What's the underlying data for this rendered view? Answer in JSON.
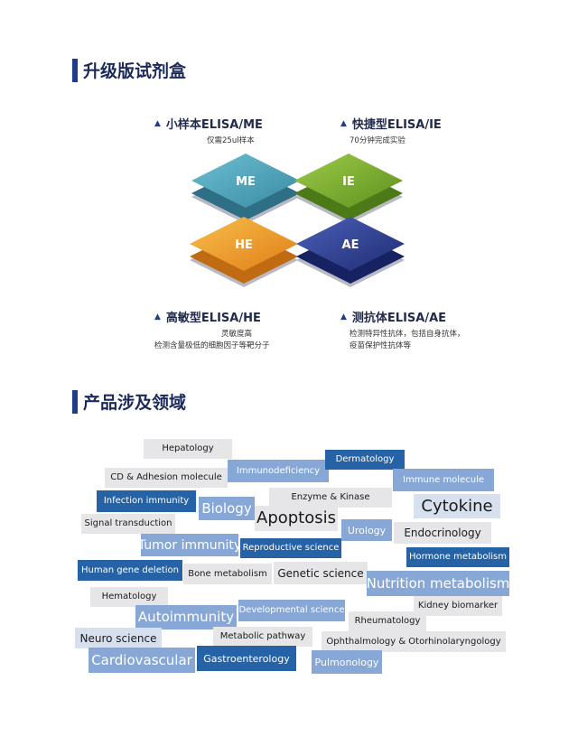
{
  "sections": {
    "upgrade_title": "升级版试剂盒",
    "fields_title": "产品涉及领域"
  },
  "kits": {
    "me": {
      "title": "小样本ELISA/ME",
      "lines": [
        "仅需25ul样本"
      ],
      "badge": "ME",
      "color": "#4ba0b5"
    },
    "ie": {
      "title": "快捷型ELISA/IE",
      "lines": [
        "70分钟完成实验"
      ],
      "badge": "IE",
      "color": "#7aa82e"
    },
    "he": {
      "title": "高敏型ELISA/HE",
      "lines": [
        "灵敏度高",
        "检测含量极低的细胞因子等靶分子"
      ],
      "badge": "HE",
      "color": "#eb9b24"
    },
    "ae": {
      "title": "测抗体ELISA/AE",
      "lines": [
        "检测特异性抗体，包括自身抗体，",
        "疫苗保护性抗体等"
      ],
      "badge": "AE",
      "color": "#2b3c8c"
    }
  },
  "tags": [
    "Hepatology",
    "CD & Adhesion molecule",
    "Immunodeficiency",
    "Dermatology",
    "Immune molecule",
    "Infection immunity",
    "Biology",
    "Enzyme & Kinase",
    "Cytokine",
    "Signal transduction",
    "Apoptosis",
    "Urology",
    "Endocrinology",
    "Tumor immunity",
    "Reproductive science",
    "Hormone metabolism",
    "Human gene deletion",
    "Bone metabolism",
    "Genetic science",
    "Nutrition metabolism",
    "Hematology",
    "Kidney biomarker",
    "Autoimmunity",
    "Developmental science",
    "Rheumatology",
    "Neuro science",
    "Metabolic pathway",
    "Ophthalmology & Otorhinolaryngology",
    "Cardiovascular",
    "Gastroenterology",
    "Pulmonology"
  ]
}
